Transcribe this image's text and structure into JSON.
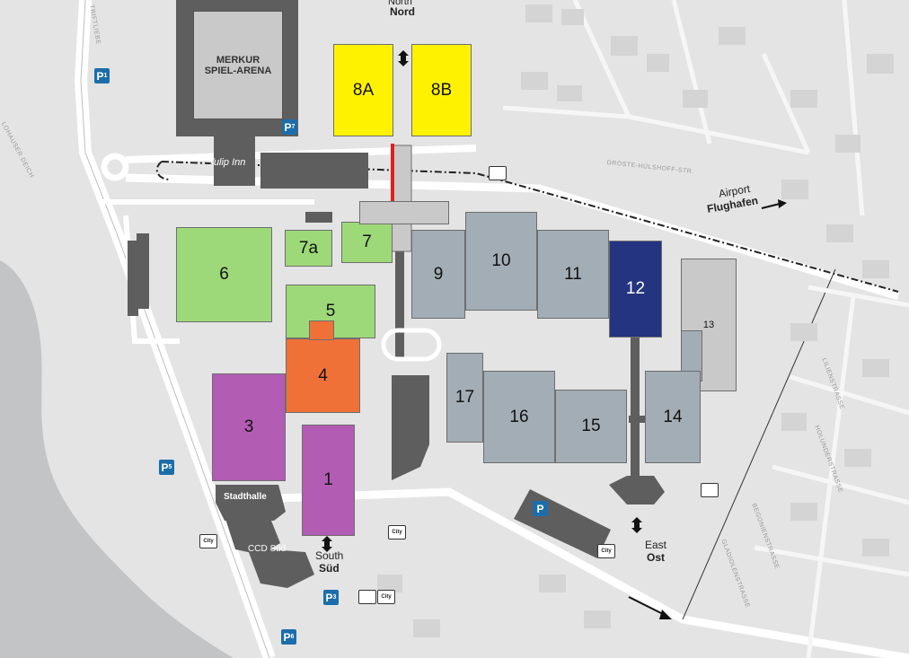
{
  "map": {
    "north": {
      "en": "North",
      "de": "Nord"
    },
    "south": {
      "en": "South",
      "de": "Süd"
    },
    "east": {
      "en": "East",
      "de": "Ost"
    },
    "airport": {
      "en": "Airport",
      "de": "Flughafen"
    }
  },
  "halls": {
    "h1": "1",
    "h3": "3",
    "h4": "4",
    "h5": "5",
    "h6": "6",
    "h7": "7",
    "h7a": "7a",
    "h8a": "8A",
    "h8b": "8B",
    "h9": "9",
    "h10": "10",
    "h11": "11",
    "h12": "12",
    "h13": "13",
    "h14": "14",
    "h15": "15",
    "h16": "16",
    "h17": "17"
  },
  "venues": {
    "arena_line1": "MERKUR",
    "arena_line2": "SPIEL-ARENA",
    "stadthalle": "Stadthalle",
    "ccd": "CCD Süd",
    "hotel": "Tulip Inn"
  },
  "parking": {
    "p1": "1",
    "p3": "3",
    "p5": "5",
    "p6": "6",
    "p_arena": "7"
  },
  "bus": {
    "label": "City"
  },
  "streets": {
    "drostehuelshoff": "DROSTE-HÜLSHOFF-STR.",
    "lilien": "LILIENSTRASSE",
    "holunder": "HOLUNDERSTRASSE",
    "begonien": "BEGONIENSTRASSE",
    "gladiolen": "GLADIOLENSTRASSE",
    "rotterdamer": "LOHAUSER DEICH",
    "trift": "TRIFTLIEBE"
  },
  "colors": {
    "yellow": "#fff200",
    "green": "#9ed979",
    "orange": "#f07138",
    "purple": "#b25cb4",
    "grey_blue": "#a2adb5",
    "navy": "#243480",
    "light_grey": "#c9c9c9",
    "dark": "#5e5e5e",
    "water": "#c2c4c5"
  }
}
